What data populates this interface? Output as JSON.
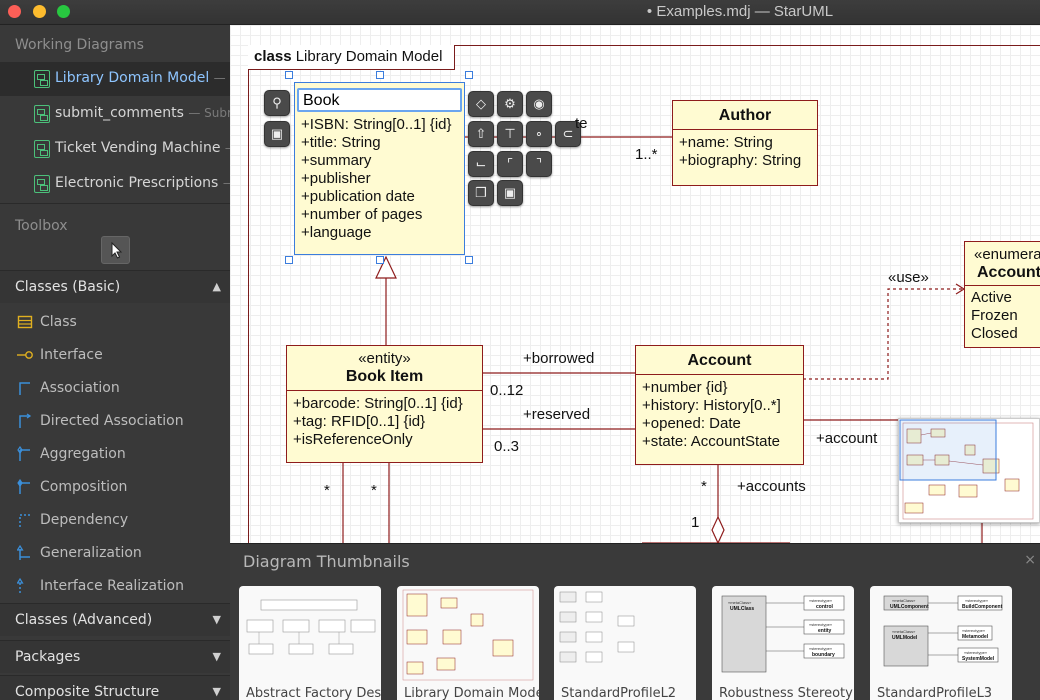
{
  "window": {
    "title": "• Examples.mdj — StarUML",
    "traffic_lights": {
      "close": "#fc5f57",
      "minimize": "#fdbc2e",
      "zoom": "#28c840"
    }
  },
  "sidebar": {
    "working_diagrams_header": "Working Diagrams",
    "working_diagrams": [
      {
        "label": "Library Domain Model",
        "sub": "— Lib",
        "active": true
      },
      {
        "label": "submit_comments",
        "sub": "— Submit",
        "active": false
      },
      {
        "label": "Ticket Vending Machine",
        "sub": "— T",
        "active": false
      },
      {
        "label": "Electronic Prescriptions",
        "sub": "— E",
        "active": false
      }
    ],
    "toolbox_header": "Toolbox",
    "sections": {
      "classes_basic": "Classes (Basic)",
      "classes_advanced": "Classes (Advanced)",
      "packages": "Packages",
      "composite_structure": "Composite Structure"
    },
    "tools": [
      {
        "label": "Class",
        "icon": "class-icon"
      },
      {
        "label": "Interface",
        "icon": "interface-icon"
      },
      {
        "label": "Association",
        "icon": "association-icon"
      },
      {
        "label": "Directed Association",
        "icon": "directed-association-icon"
      },
      {
        "label": "Aggregation",
        "icon": "aggregation-icon"
      },
      {
        "label": "Composition",
        "icon": "composition-icon"
      },
      {
        "label": "Dependency",
        "icon": "dependency-icon"
      },
      {
        "label": "Generalization",
        "icon": "generalization-icon"
      },
      {
        "label": "Interface Realization",
        "icon": "interface-realization-icon"
      }
    ]
  },
  "diagram": {
    "frame_keyword": "class",
    "frame_name": "Library Domain Model",
    "book": {
      "name_value": "Book",
      "attributes": [
        "+ISBN: String[0..1] {id}",
        "+title: String",
        "+summary",
        "+publisher",
        "+publication date",
        "+number of pages",
        "+language"
      ]
    },
    "author": {
      "name": "Author",
      "attributes": [
        "+name: String",
        "+biography: String"
      ]
    },
    "book_item": {
      "stereotype": "«entity»",
      "name": "Book Item",
      "attributes": [
        "+barcode: String[0..1] {id}",
        "+tag: RFID[0..1] {id}",
        "+isReferenceOnly"
      ]
    },
    "account": {
      "name": "Account",
      "attributes": [
        "+number {id}",
        "+history: History[0..*]",
        "+opened: Date",
        "+state: AccountState"
      ]
    },
    "account_state": {
      "stereotype": "«enumera",
      "name": "AccountS",
      "literals": [
        "Active",
        "Frozen",
        "Closed"
      ]
    },
    "edge_labels": {
      "author_mult": "1..*",
      "author_role_partial": "te",
      "use": "«use»",
      "borrowed": "+borrowed",
      "borrowed_mult": "0..12",
      "reserved": "+reserved",
      "reserved_mult": "0..3",
      "account_role": "+account",
      "accounts_role": "+accounts",
      "star_1": "*",
      "star_2": "*",
      "star_3": "*",
      "one": "1"
    }
  },
  "thumbnails": {
    "title": "Diagram Thumbnails",
    "close": "×",
    "items": [
      {
        "label": "Abstract Factory Design"
      },
      {
        "label": "Library Domain Model"
      },
      {
        "label": "StandardProfileL2"
      },
      {
        "label": "Robustness Stereotype"
      },
      {
        "label": "StandardProfileL3"
      }
    ]
  }
}
